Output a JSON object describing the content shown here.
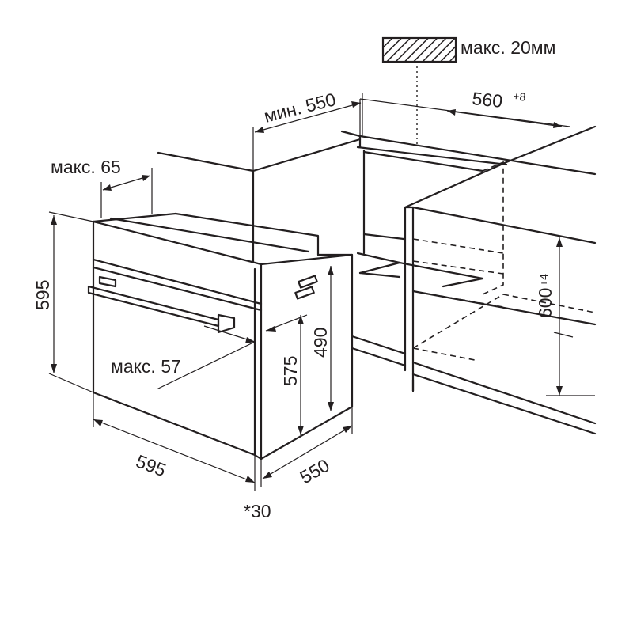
{
  "labels": {
    "max_top_gap": "макс. 20мм",
    "min_depth_niche": "мин. 550",
    "niche_width": "560",
    "niche_width_tolerance": "+8",
    "max_front_overhang": "макс. 65",
    "oven_height": "595",
    "niche_height": "600",
    "niche_height_tolerance": "+4",
    "body_height_490": "490",
    "body_height_575": "575",
    "max_door_thickness": "макс. 57",
    "oven_width": "595",
    "oven_depth": "550",
    "footnote": "*30"
  },
  "colors": {
    "line": "#231f20",
    "background": "#ffffff"
  },
  "icons": {
    "hatch_block": "hatched-panel-icon"
  }
}
